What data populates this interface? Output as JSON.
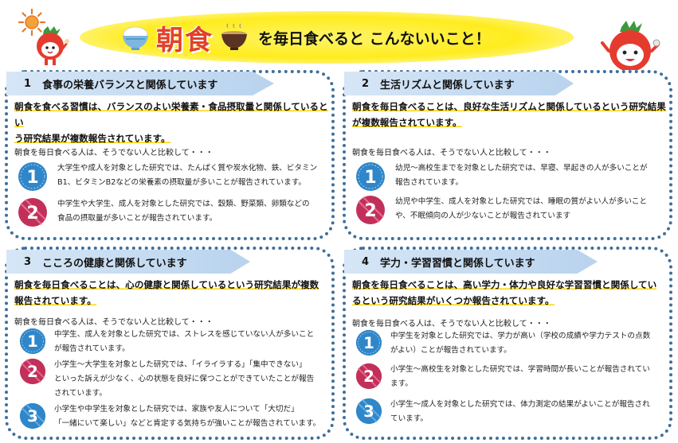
{
  "header": {
    "title_main": "朝食",
    "title_rest": "を毎日食べると こんないいこと！"
  },
  "colors": {
    "panel_border": "#3f6f9a",
    "tab_fill": "#c6dcf1",
    "highlight": "#ffd400",
    "badge_blue": "#2f86c9",
    "badge_red": "#c2305a",
    "title_red": "#e0422a"
  },
  "sections": [
    {
      "number": "1",
      "title": "食事の栄養バランスと関係しています",
      "lead": [
        "朝食を食べる習慣は、バランスのよい栄養素・食品摂取量と関係しているとい",
        "う研究結果が複数報告されています。"
      ],
      "intro": "朝食を毎日食べる人は、そうでない人と比較して・・・",
      "items": [
        {
          "badge": "1",
          "lines": [
            "大学生や成人を対象とした研究では、たんぱく質や炭水化物、鉄、ビタミン",
            "B1、ビタミンB2などの栄養素の摂取量が多いことが報告されています。"
          ]
        },
        {
          "badge": "2",
          "lines": [
            "中学生や大学生、成人を対象とした研究では、穀類、野菜類、卵類などの",
            "食品の摂取量が多いことが報告されています。"
          ]
        }
      ]
    },
    {
      "number": "2",
      "title": "生活リズムと関係しています",
      "lead": [
        "朝食を毎日食べることは、良好な生活リズムと関係しているという研究結果",
        "が複数報告されています。"
      ],
      "intro": "朝食を毎日食べる人は、そうでない人と比較して・・・",
      "items": [
        {
          "badge": "1",
          "lines": [
            "幼児～高校生までを対象とした研究では、早寝、早起きの人が多いことが",
            "報告されています。"
          ]
        },
        {
          "badge": "2",
          "lines": [
            "幼児や中学生、成人を対象とした研究では、睡眠の質がよい人が多いこと",
            "や、不眠傾向の人が少ないことが報告されています"
          ]
        }
      ]
    },
    {
      "number": "3",
      "title": "こころの健康と関係しています",
      "lead": [
        "朝食を毎日食べることは、心の健康と関係しているという研究結果が複数",
        "報告されています。"
      ],
      "intro": "朝食を毎日食べる人は、そうでない人と比較して・・・",
      "items": [
        {
          "badge": "1",
          "lines": [
            "中学生、成人を対象とした研究では、ストレスを感じていない人が多いこと",
            "が報告されています。"
          ]
        },
        {
          "badge": "2",
          "lines": [
            "小学生～大学生を対象とした研究では、「イライラする」「集中できない」",
            "といった訴えが少なく、心の状態を良好に保つことができていたことが報告",
            "されています。"
          ]
        },
        {
          "badge": "3",
          "lines": [
            "小学生や中学生を対象とした研究では、家族や友人について「大切だ」",
            "「一緒にいて楽しい」などと肯定する気持ちが強いことが報告されています。"
          ]
        }
      ]
    },
    {
      "number": "4",
      "title": "学力・学習習慣と関係しています",
      "lead": [
        "朝食を毎日食べることは、高い学力・体力や良好な学習習慣と関係してい",
        "るという研究結果がいくつか報告されています。"
      ],
      "intro": "朝食を毎日食べる人は、そうでない人と比較して・・・",
      "items": [
        {
          "badge": "1",
          "lines": [
            "中学生を対象とした研究では、学力が高い（学校の成績や学力テストの点数",
            "がよい）ことが報告されています。"
          ]
        },
        {
          "badge": "2",
          "lines": [
            "小学生～高校生を対象とした研究では、学習時間が長いことが報告されてい",
            "ます。"
          ]
        },
        {
          "badge": "3",
          "lines": [
            "小学生～成人を対象とした研究では、体力測定の結果がよいことが報告され",
            "ています。"
          ]
        }
      ]
    }
  ]
}
